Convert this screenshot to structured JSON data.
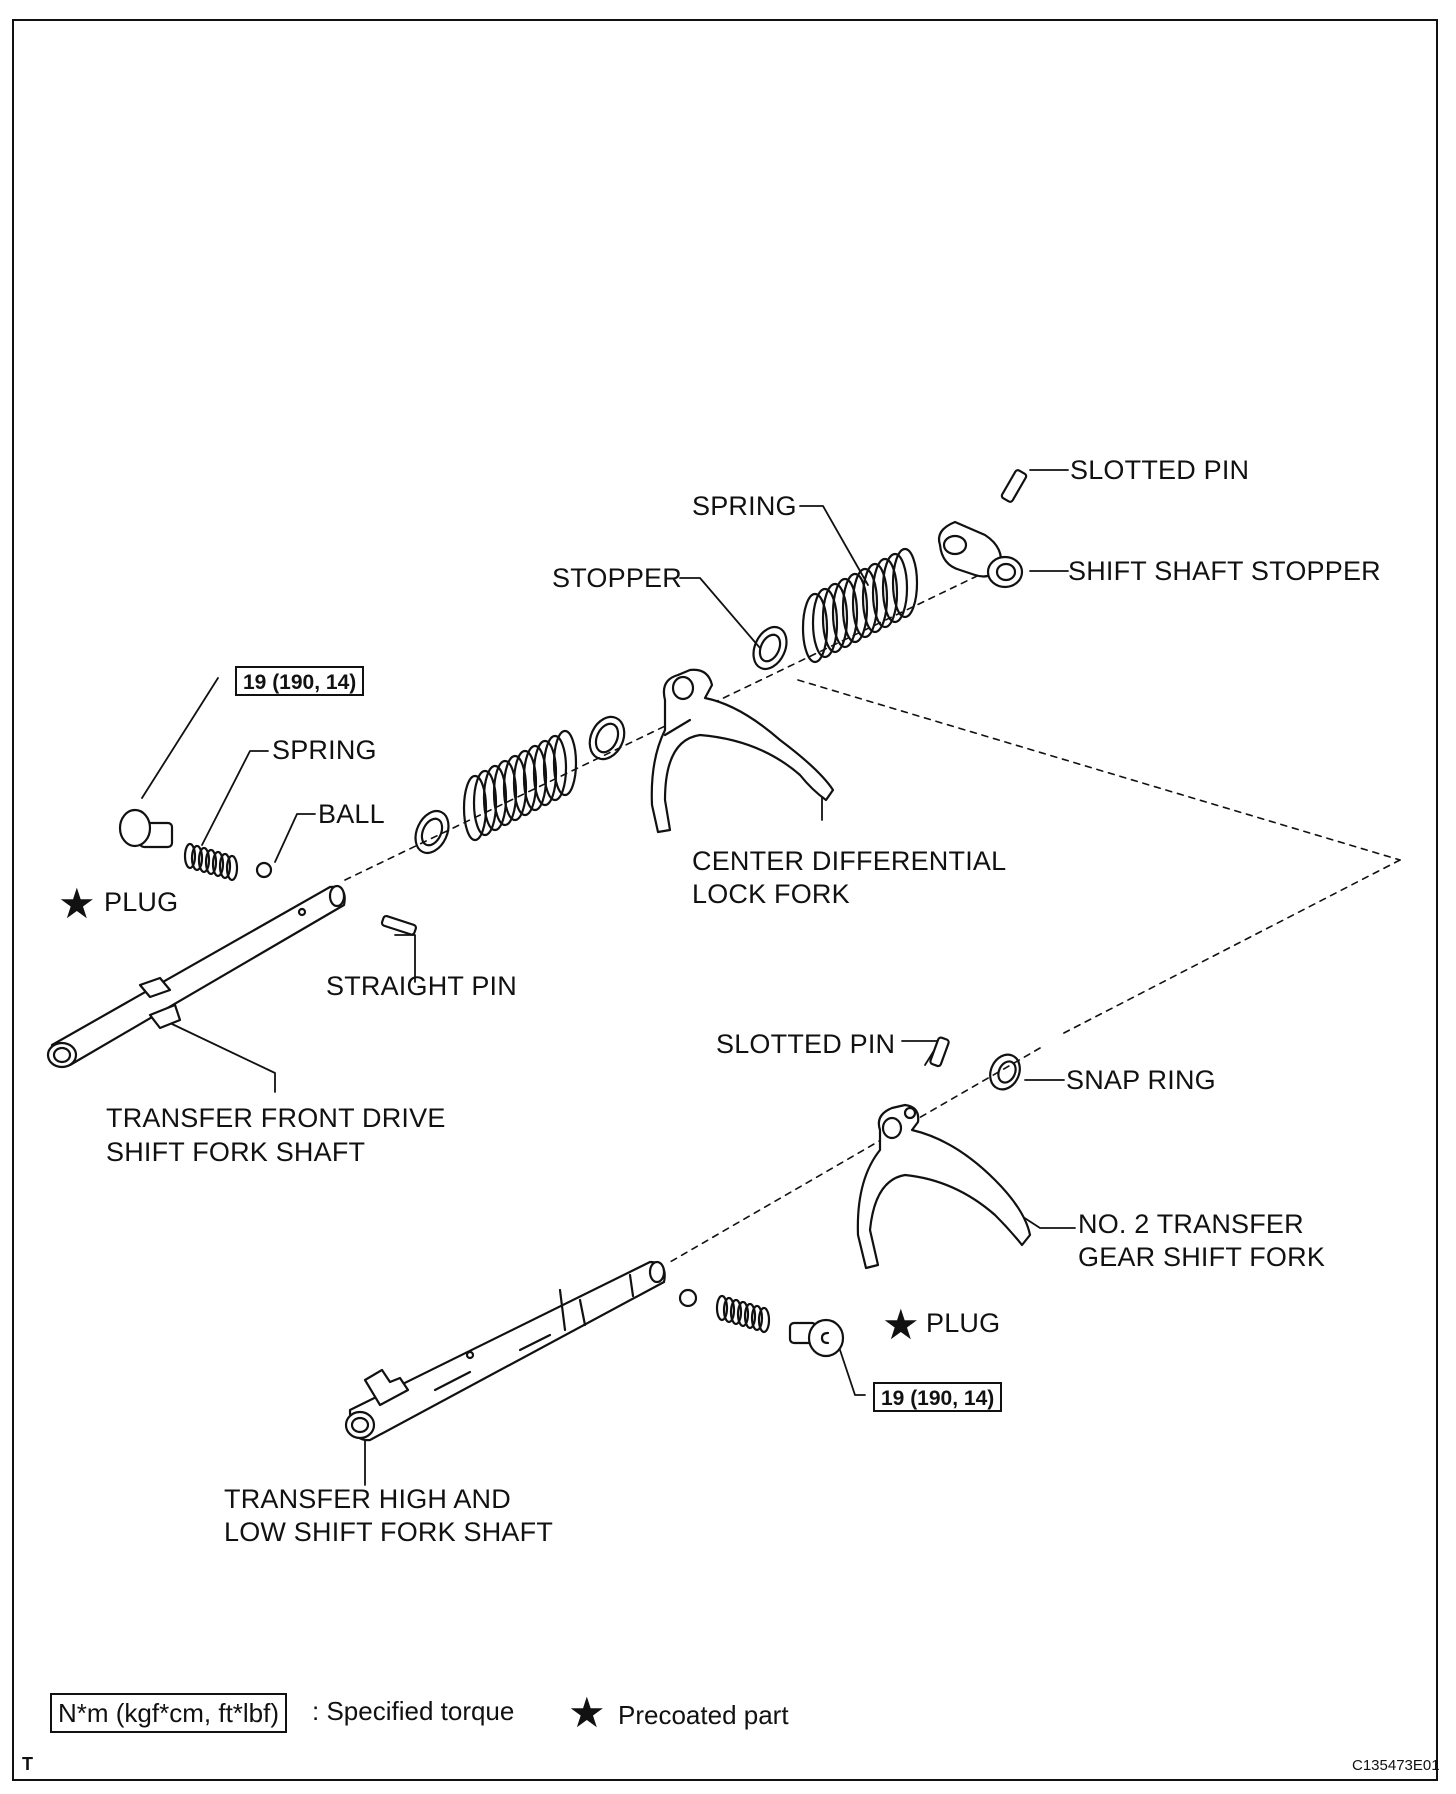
{
  "labels": {
    "slotted_pin_top": "SLOTTED PIN",
    "spring_top": "SPRING",
    "stopper": "STOPPER",
    "shift_shaft_stopper": "SHIFT SHAFT STOPPER",
    "spring_left": "SPRING",
    "ball": "BALL",
    "plug_top": "PLUG",
    "center_diff_lock_fork_line1": "CENTER DIFFERENTIAL",
    "center_diff_lock_fork_line2": "LOCK FORK",
    "straight_pin": "STRAIGHT PIN",
    "transfer_front_drive_line1": "TRANSFER FRONT DRIVE",
    "transfer_front_drive_line2": "SHIFT FORK SHAFT",
    "slotted_pin_bottom": "SLOTTED PIN",
    "snap_ring": "SNAP RING",
    "no2_transfer_line1": "NO. 2 TRANSFER",
    "no2_transfer_line2": "GEAR SHIFT FORK",
    "plug_bottom": "PLUG",
    "transfer_high_low_line1": "TRANSFER HIGH AND",
    "transfer_high_low_line2": "LOW SHIFT FORK SHAFT"
  },
  "torque": {
    "top": "19 (190, 14)",
    "bottom": "19 (190, 14)"
  },
  "legend": {
    "torque_box": "N*m (kgf*cm, ft*lbf)",
    "torque_text": ": Specified torque",
    "precoated_text": "Precoated part",
    "star_symbol": "★"
  },
  "footer": {
    "left_letter": "T",
    "figure_code": "C135473E01"
  }
}
